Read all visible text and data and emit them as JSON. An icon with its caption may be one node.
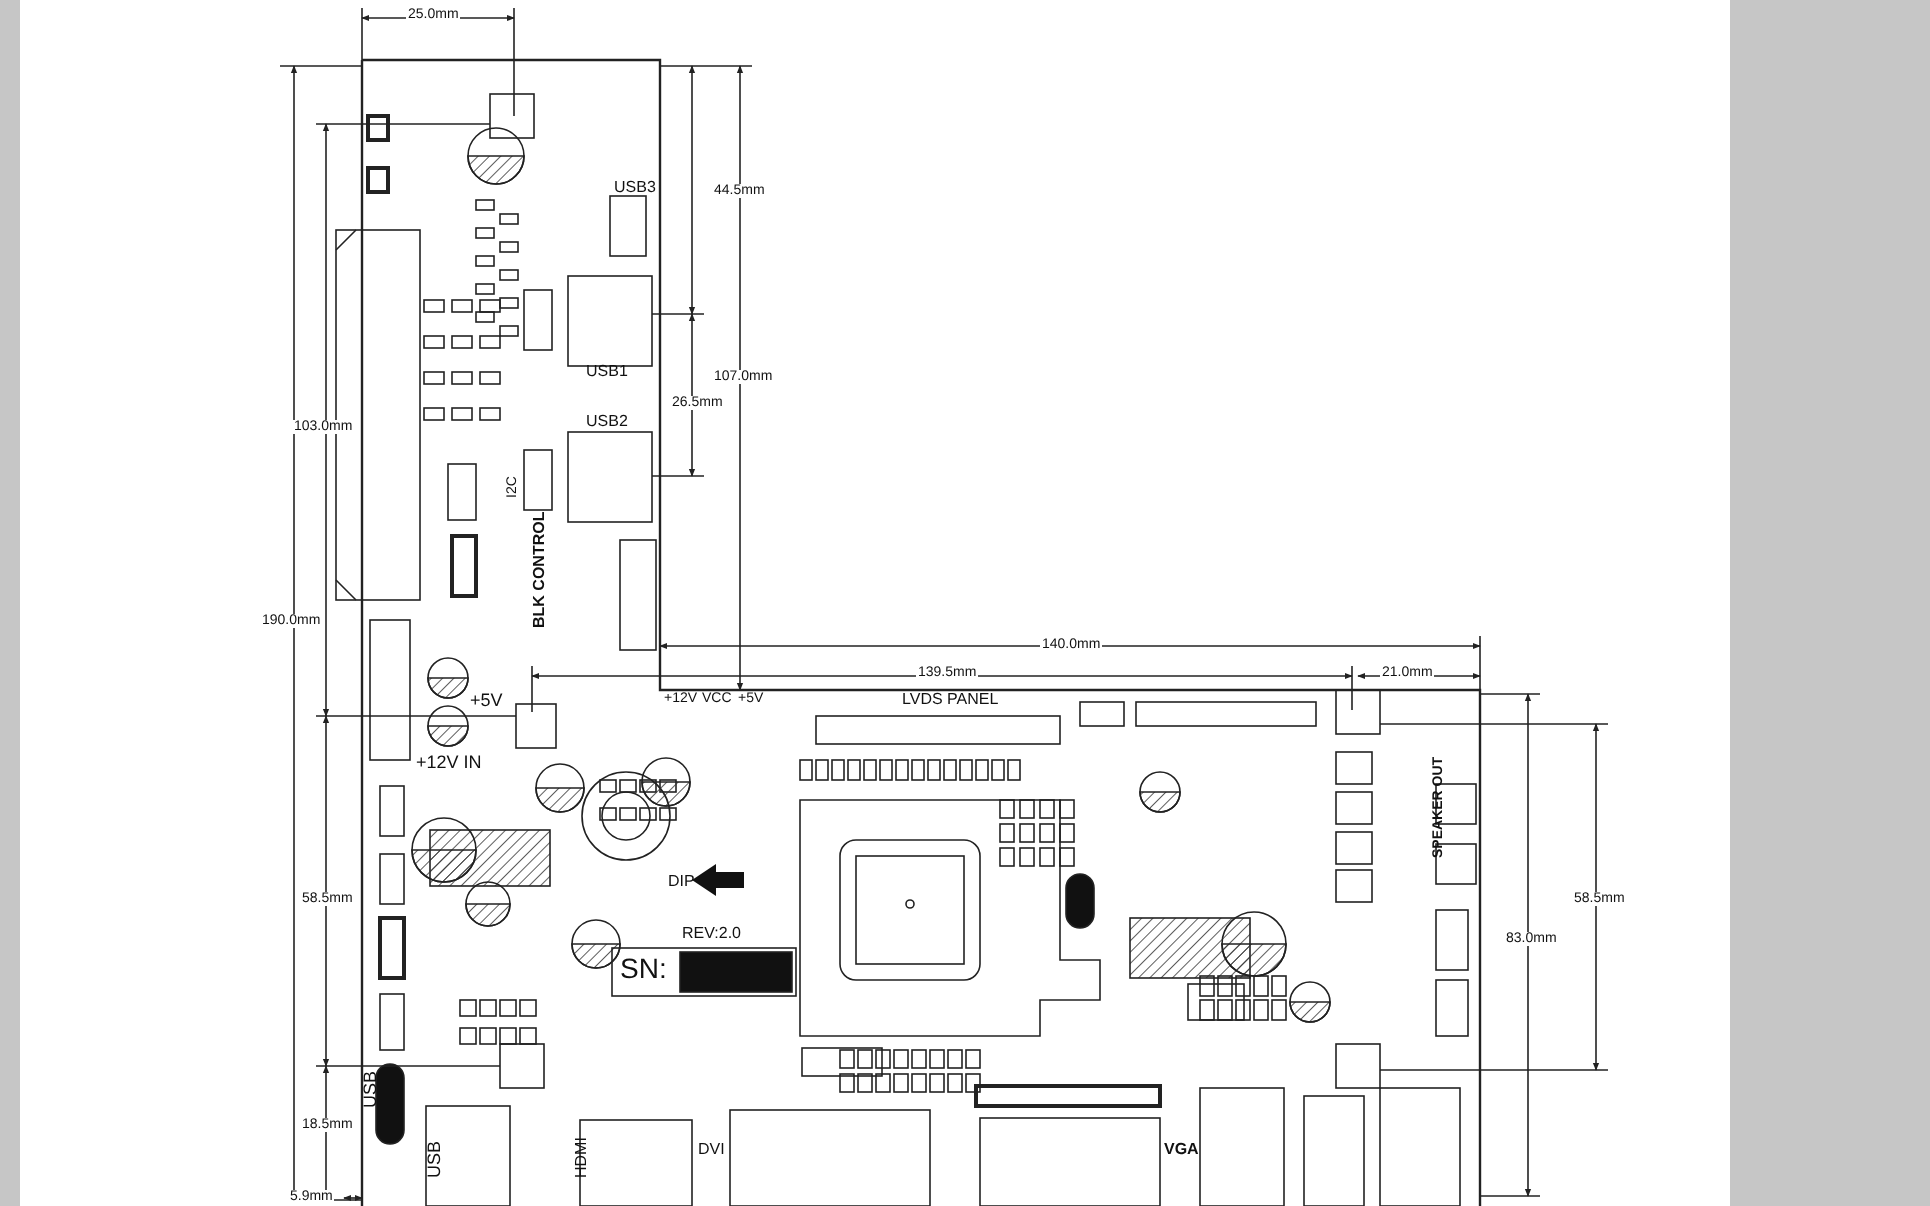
{
  "diagram": {
    "labels": [
      "25.0mm",
      "44.5mm",
      "USB3",
      "USB1",
      "107.0mm",
      "26.5mm",
      "USB2",
      "103.0mm",
      "I2C",
      "BLK CONTROL",
      "190.0mm",
      "140.0mm",
      "21.0mm",
      "139.5mm",
      "+12V",
      "VCC",
      "+5V",
      "LVDS PANEL",
      "+5V",
      "+12V IN",
      "SPEAKER OUT",
      "58.5mm",
      "83.0mm",
      "DIP",
      "58.5mm",
      "REV:2.0",
      "SN:",
      "18.5mm",
      "USB",
      "USB",
      "HDMI",
      "DVI",
      "VGA",
      "5.9mm"
    ]
  }
}
